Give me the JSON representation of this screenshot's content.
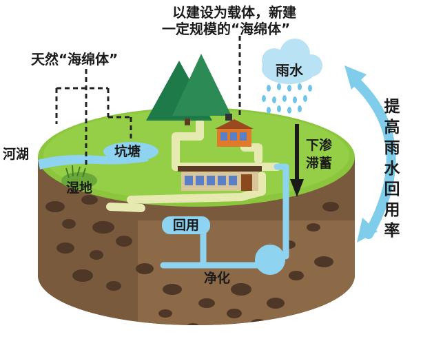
{
  "labels": {
    "carrier_line1": "以建设为载体，新建",
    "carrier_line2": "一定规模的“海绵体”",
    "natural": "天然“海绵体”",
    "rain": "雨水",
    "river_lake": "河湖",
    "pond": "坑塘",
    "wetland": "湿地",
    "infiltrate_line1": "下渗",
    "infiltrate_line2": "滞蓄",
    "reuse": "回用",
    "purify": "净化",
    "improve_rate": "提高雨水回用率"
  },
  "colors": {
    "grass": "#8cc63f",
    "soil": "#7a5a3c",
    "water": "#8ed3f0",
    "path": "#e6eab0",
    "tree": "#1f7a4a",
    "arrow": "#7fcdea",
    "rock": "#4e3726"
  },
  "icons": [
    "rain-cloud-icon",
    "tree-icon",
    "house-icon",
    "building-icon",
    "cycle-arrow-icon",
    "down-arrow-icon"
  ]
}
